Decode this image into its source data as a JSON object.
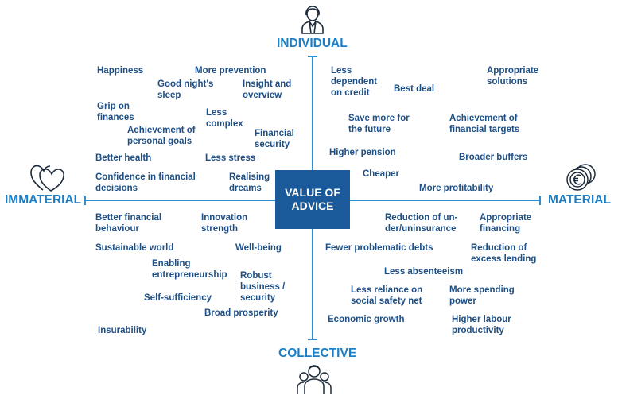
{
  "center": "VALUE OF\nADVICE",
  "poles": {
    "top": "INDIVIDUAL",
    "bottom": "COLLECTIVE",
    "left": "IMMATERIAL",
    "right": "MATERIAL"
  },
  "icons": {
    "top": "person-icon",
    "bottom": "group-icon",
    "left": "hearts-icon",
    "right": "euro-coins-icon"
  },
  "colors": {
    "axis": "#2a8fd0",
    "center_box": "#1a5a9a",
    "item_text": "#1d4f86",
    "pole_text": "#1a7fc8"
  },
  "quadrants": {
    "individual_immaterial": [
      "Happiness",
      "More prevention",
      "Good night's\nsleep",
      "Insight and\noverview",
      "Grip on\nfinances",
      "Less\ncomplex",
      "Achievement of\npersonal goals",
      "Financial\nsecurity",
      "Better health",
      "Less stress",
      "Confidence in financial\ndecisions",
      "Realising\ndreams"
    ],
    "individual_material": [
      "Less\ndependent\non credit",
      "Best deal",
      "Appropriate\nsolutions",
      "Save more for\nthe future",
      "Achievement of\nfinancial targets",
      "Higher pension",
      "Broader buffers",
      "Cheaper",
      "More profitability"
    ],
    "collective_immaterial": [
      "Better financial\nbehaviour",
      "Innovation\nstrength",
      "Sustainable world",
      "Well-being",
      "Enabling\nentrepreneurship",
      "Robust\nbusiness /\nsecurity",
      "Self-sufficiency",
      "Broad prosperity",
      "Insurability"
    ],
    "collective_material": [
      "Reduction of un-\nder/uninsurance",
      "Appropriate\nfinancing",
      "Fewer problematic debts",
      "Reduction of\nexcess lending",
      "Less absenteeism",
      "Less reliance on\nsocial safety net",
      "More spending\npower",
      "Economic growth",
      "Higher labour\nproductivity"
    ]
  }
}
